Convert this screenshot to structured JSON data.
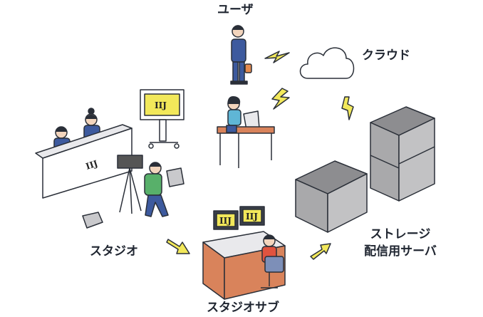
{
  "labels": {
    "user": "ユーザ",
    "cloud": "クラウド",
    "studio": "スタジオ",
    "studio_sub": "スタジオサブ",
    "storage_line1": "ストレージ",
    "storage_line2": "配信用サーバ"
  },
  "logo_text": "IIJ",
  "colors": {
    "accent_yellow": "#f2e85a",
    "desk_orange": "#d9835b",
    "outline": "#2a2f38",
    "server_gray": "#a9a9ab",
    "shirt_blue": "#3d5a9e",
    "shirt_green": "#58b06a"
  }
}
